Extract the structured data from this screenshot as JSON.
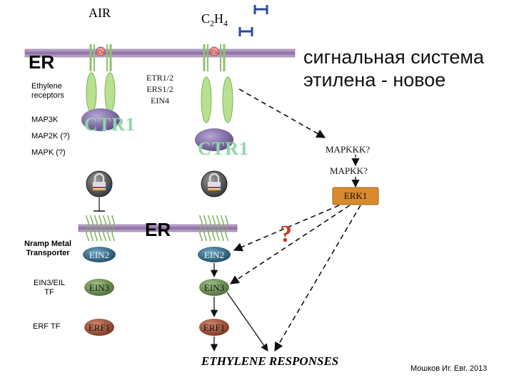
{
  "top": {
    "air": "AIR",
    "c2h4_main": "C",
    "c2h4_sub1": "2",
    "c2h4_h": "H",
    "c2h4_sub2": "4"
  },
  "title": "сигнальная система этилена - новое",
  "er_top": "ER",
  "er_bottom": "ER",
  "left_labels": {
    "ethylene_receptors_1": "Ethylene",
    "ethylene_receptors_2": "receptors",
    "map3k": "MAP3K",
    "map2k": "MAP2K (?)",
    "mapk": "MAPK (?)",
    "nramp_1": "Nramp Metal",
    "nramp_2": "Transporter",
    "ein3eil_1": "EIN3/EIL",
    "ein3eil_2": "TF",
    "erf_tf": "ERF TF"
  },
  "receptor_label_1": "ETR1/2",
  "receptor_label_2": "ERS1/2",
  "receptor_label_3": "EIN4",
  "cu_label": "Cu",
  "ctr1": "CTR1",
  "mapkkk": "MAPKKK?",
  "mapkk": "MAPKK?",
  "erk1": "ERK1",
  "question": "?",
  "ein2": "EIN2",
  "ein3": "EIN3",
  "erf1": "ERF1",
  "responses": "ETHYLENE RESPONSES",
  "credit": "Мошков Иг. Евг. 2013",
  "colors": {
    "membrane": "#a58ab4",
    "membrane_dark": "#6e4f86",
    "receptor": "#b7e08f",
    "ctr1_blob": "#8a72b0",
    "erk1_box": "#d98a2e",
    "ein2_blob": "#2f6c8c",
    "ein3_blob": "#6f8f52",
    "erf1_blob": "#a55338",
    "lock_outer": "#555555"
  }
}
